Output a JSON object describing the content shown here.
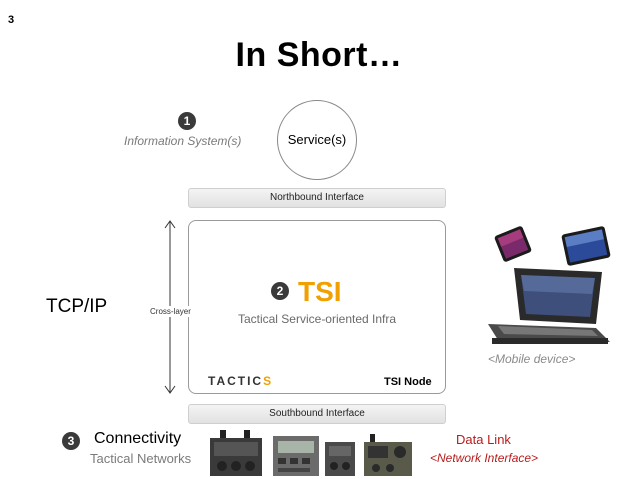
{
  "slide_number": "3",
  "title": "In Short…",
  "layers": [
    {
      "badge": "1",
      "label": "Information System(s)",
      "node": "Service(s)"
    },
    {
      "badge": "2",
      "label": "TSI",
      "sublabel": "Tactical Service-oriented Infra"
    },
    {
      "badge": "3",
      "label": "Connectivity",
      "sublabel": "Tactical Networks"
    }
  ],
  "interfaces": {
    "northbound": "Northbound Interface",
    "southbound": "Southbound Interface"
  },
  "node": {
    "brand_main": "TACTIC",
    "brand_accent": "S",
    "label": "TSI Node"
  },
  "protocol": "TCP/IP",
  "cross_layer": "Cross-layer",
  "mobile_device": "<Mobile device>",
  "data_link": {
    "label": "Data Link",
    "sublabel": "<Network Interface>"
  },
  "colors": {
    "accent": "#f0a000",
    "link_red": "#b81c1c",
    "muted": "#7a7a7a"
  }
}
